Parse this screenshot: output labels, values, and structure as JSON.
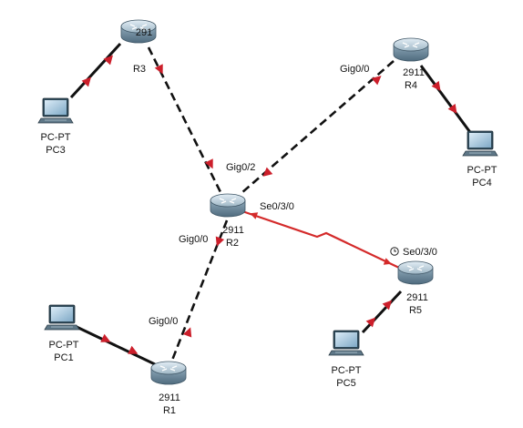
{
  "colors": {
    "background": "#ffffff",
    "link_ethernet": "#111111",
    "link_serial": "#d42a2a",
    "port_down": "#cc1f2b",
    "router_body": "#9fb7c6",
    "pc_screen": "#a9c9de"
  },
  "devices": {
    "R1": {
      "model": "2911",
      "name": "R1",
      "icon": "router-icon"
    },
    "R2": {
      "model": "2911",
      "name": "R2",
      "icon": "router-icon"
    },
    "R3": {
      "model": "291",
      "name": "R3",
      "icon": "router-icon"
    },
    "R4": {
      "model": "2911",
      "name": "R4",
      "icon": "router-icon"
    },
    "R5": {
      "model": "2911",
      "name": "R5",
      "icon": "router-icon"
    },
    "PC1": {
      "model": "PC-PT",
      "name": "PC1",
      "icon": "pc-icon"
    },
    "PC3": {
      "model": "PC-PT",
      "name": "PC3",
      "icon": "pc-icon"
    },
    "PC4": {
      "model": "PC-PT",
      "name": "PC4",
      "icon": "pc-icon"
    },
    "PC5": {
      "model": "PC-PT",
      "name": "PC5",
      "icon": "pc-icon"
    }
  },
  "ports": {
    "r4_gig00": "Gig0/0",
    "r2_gig02": "Gig0/2",
    "r2_se030": "Se0/3/0",
    "r2_gig00": "Gig0/0",
    "r1_gig00": "Gig0/0",
    "r5_se030": "Se0/3/0"
  },
  "links": [
    {
      "from": "PC3",
      "to": "R3",
      "type": "copper-straight"
    },
    {
      "from": "R3",
      "to": "R2",
      "type": "copper-cross"
    },
    {
      "from": "R4",
      "to": "R2",
      "type": "copper-cross"
    },
    {
      "from": "R4",
      "to": "PC4",
      "type": "copper-straight"
    },
    {
      "from": "R2",
      "to": "R5",
      "type": "serial"
    },
    {
      "from": "R2",
      "to": "R1",
      "type": "copper-cross"
    },
    {
      "from": "PC1",
      "to": "R1",
      "type": "copper-straight"
    },
    {
      "from": "PC5",
      "to": "R5",
      "type": "copper-straight"
    }
  ],
  "clock_icon": "clock-icon"
}
